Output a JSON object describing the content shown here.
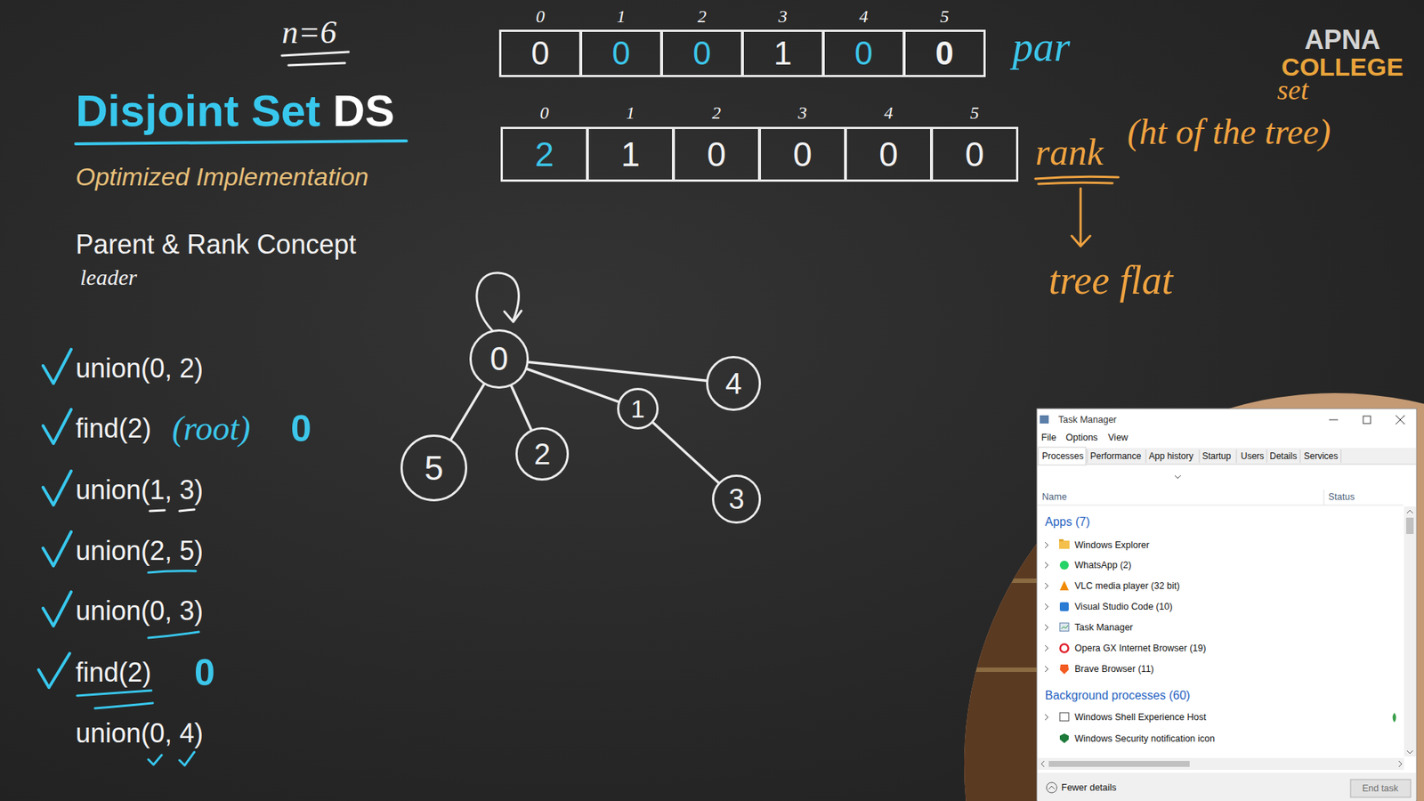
{
  "diagram": {
    "title": "Disjoint Set DS",
    "nodes": [
      {
        "text": [
          "0"
        ]
      },
      {
        "text": [
          "0"
        ]
      },
      {
        "text": [
          "0"
        ]
      },
      {
        "text": [
          "1"
        ]
      },
      {
        "text": [
          "0"
        ]
      },
      {
        "text": [
          "0"
        ]
      },
      {
        "text": [
          "2"
        ]
      },
      {
        "text": [
          "1"
        ]
      },
      {
        "text": [
          "0"
        ]
      },
      {
        "text": [
          "0"
        ]
      },
      {
        "text": [
          "0"
        ]
      },
      {
        "text": [
          "0"
        ]
      },
      {
        "text": [
          "0"
        ]
      },
      {
        "text": [
          "5"
        ]
      },
      {
        "text": [
          "2"
        ]
      },
      {
        "text": [
          "1"
        ]
      },
      {
        "text": [
          "4"
        ]
      },
      {
        "text": [
          "3"
        ]
      }
    ],
    "edges": [
      {
        "from": 12,
        "to": 13,
        "arrow": "none"
      },
      {
        "from": 12,
        "to": 14,
        "arrow": "none"
      },
      {
        "from": 12,
        "to": 15,
        "arrow": "none"
      },
      {
        "from": 12,
        "to": 16,
        "arrow": "none"
      },
      {
        "from": 15,
        "to": 17,
        "arrow": "none"
      }
    ],
    "labels": [
      "n=6",
      "Optimized Implementation",
      "Parent & Rank Concept",
      "leader",
      "union(0, 2)",
      "find(2)",
      "(root)",
      "0",
      "union(1, 3)",
      "union(2, 5)",
      "union(0, 3)",
      "find(2)",
      "0",
      "union(0, 4)",
      "0",
      "1",
      "2",
      "3",
      "4",
      "5",
      "0",
      "1",
      "2",
      "3",
      "4",
      "5",
      "par",
      "rank",
      "(ht of the tree)",
      "set",
      "tree flat",
      "APNA",
      "COLLEGE",
      "Task Manager",
      "File",
      "Options",
      "View",
      "Processes",
      "Performance",
      "App history",
      "Startup",
      "Users",
      "Details",
      "Services",
      "Name",
      "Status",
      "Apps (7)",
      "Windows Explorer",
      "WhatsApp (2)",
      "VLC media player (32 bit)",
      "Visual Studio Code (10)",
      "Task Manager",
      "Opera GX Internet Browser (19)",
      "Brave Browser (11)",
      "Background processes (60)",
      "Windows Shell Experience Host",
      "Windows Security notification icon",
      "Fewer details",
      "End task"
    ]
  }
}
